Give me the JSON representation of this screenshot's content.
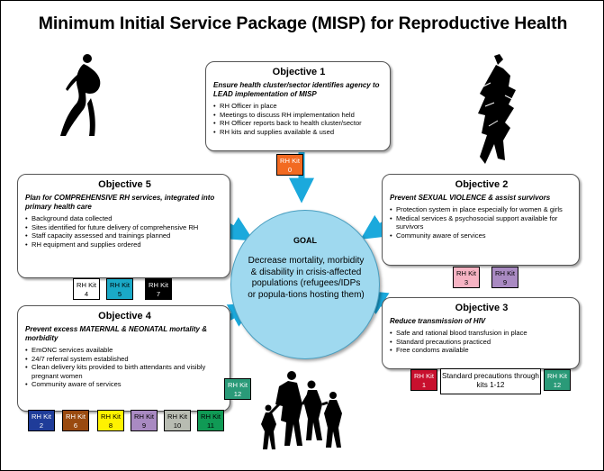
{
  "title": "Minimum Initial Service Package (MISP) for Reproductive Health",
  "goal": {
    "title": "GOAL",
    "text": "Decrease mortality, morbidity & disability in crisis-affected populations (refugees/IDPs or popula-tions hosting them)",
    "color": "#9fd9ef"
  },
  "objectives": {
    "o1": {
      "title": "Objective 1",
      "subtitle": "Ensure health cluster/sector identifies agency to LEAD implementation of MISP",
      "items": [
        "RH Officer in place",
        "Meetings to discuss RH implementation held",
        "RH Officer reports back to health cluster/sector",
        "RH kits and supplies available & used"
      ]
    },
    "o2": {
      "title": "Objective 2",
      "subtitle": "Prevent SEXUAL VIOLENCE & assist survivors",
      "items": [
        "Protection system in place especially for women & girls",
        "Medical services & psychosocial support available for survivors",
        "Community aware of services"
      ]
    },
    "o3": {
      "title": "Objective 3",
      "subtitle": "Reduce transmission of HIV",
      "items": [
        "Safe and rational blood transfusion in place",
        "Standard precautions practiced",
        "Free condoms available"
      ]
    },
    "o4": {
      "title": "Objective 4",
      "subtitle": "Prevent excess MATERNAL & NEONATAL mortality & morbidity",
      "items": [
        "EmONC services available",
        "24/7 referral system established",
        "Clean delivery kits provided to birth attendants and visibly pregnant women",
        "Community aware of services"
      ]
    },
    "o5": {
      "title": "Objective 5",
      "subtitle": "Plan for COMPREHENSIVE RH services, integrated into primary health care",
      "items": [
        "Background data collected",
        "Sites identified for future delivery of comprehensive RH",
        "Staff capacity assessed and trainings planned",
        "RH equipment and supplies ordered"
      ]
    }
  },
  "kit_label": "RH Kit",
  "kits": {
    "k0": {
      "num": "0",
      "color": "#f26a22",
      "text_color": "#ffffff"
    },
    "k1": {
      "num": "1",
      "color": "#c8102e",
      "text_color": "#ffffff"
    },
    "k2": {
      "num": "2",
      "color": "#1f3c99",
      "text_color": "#ffffff"
    },
    "k3": {
      "num": "3",
      "color": "#f6b3c3",
      "text_color": "#000000"
    },
    "k4": {
      "num": "4",
      "color": "#ffffff",
      "text_color": "#000000"
    },
    "k5": {
      "num": "5",
      "color": "#1aa9c7",
      "text_color": "#000000"
    },
    "k6": {
      "num": "6",
      "color": "#9a4a0f",
      "text_color": "#ffffff"
    },
    "k7": {
      "num": "7",
      "color": "#000000",
      "text_color": "#ffffff"
    },
    "k8": {
      "num": "8",
      "color": "#fff200",
      "text_color": "#000000"
    },
    "k9a": {
      "num": "9",
      "color": "#a98ac2",
      "text_color": "#000000"
    },
    "k9b": {
      "num": "9",
      "color": "#a98ac2",
      "text_color": "#000000"
    },
    "k10": {
      "num": "10",
      "color": "#b8bcb2",
      "text_color": "#000000"
    },
    "k11": {
      "num": "11",
      "color": "#109a55",
      "text_color": "#000000"
    },
    "k12a": {
      "num": "12",
      "color": "#2a9a78",
      "text_color": "#ffffff"
    },
    "k12b": {
      "num": "12",
      "color": "#2a9a78",
      "text_color": "#ffffff"
    }
  },
  "standard_precautions": "Standard precautions through kits 1-12",
  "arrow_color": "#1ba9dc",
  "figures": [
    "pregnant-woman-icon",
    "woman-with-child-icon",
    "family-group-icon"
  ]
}
